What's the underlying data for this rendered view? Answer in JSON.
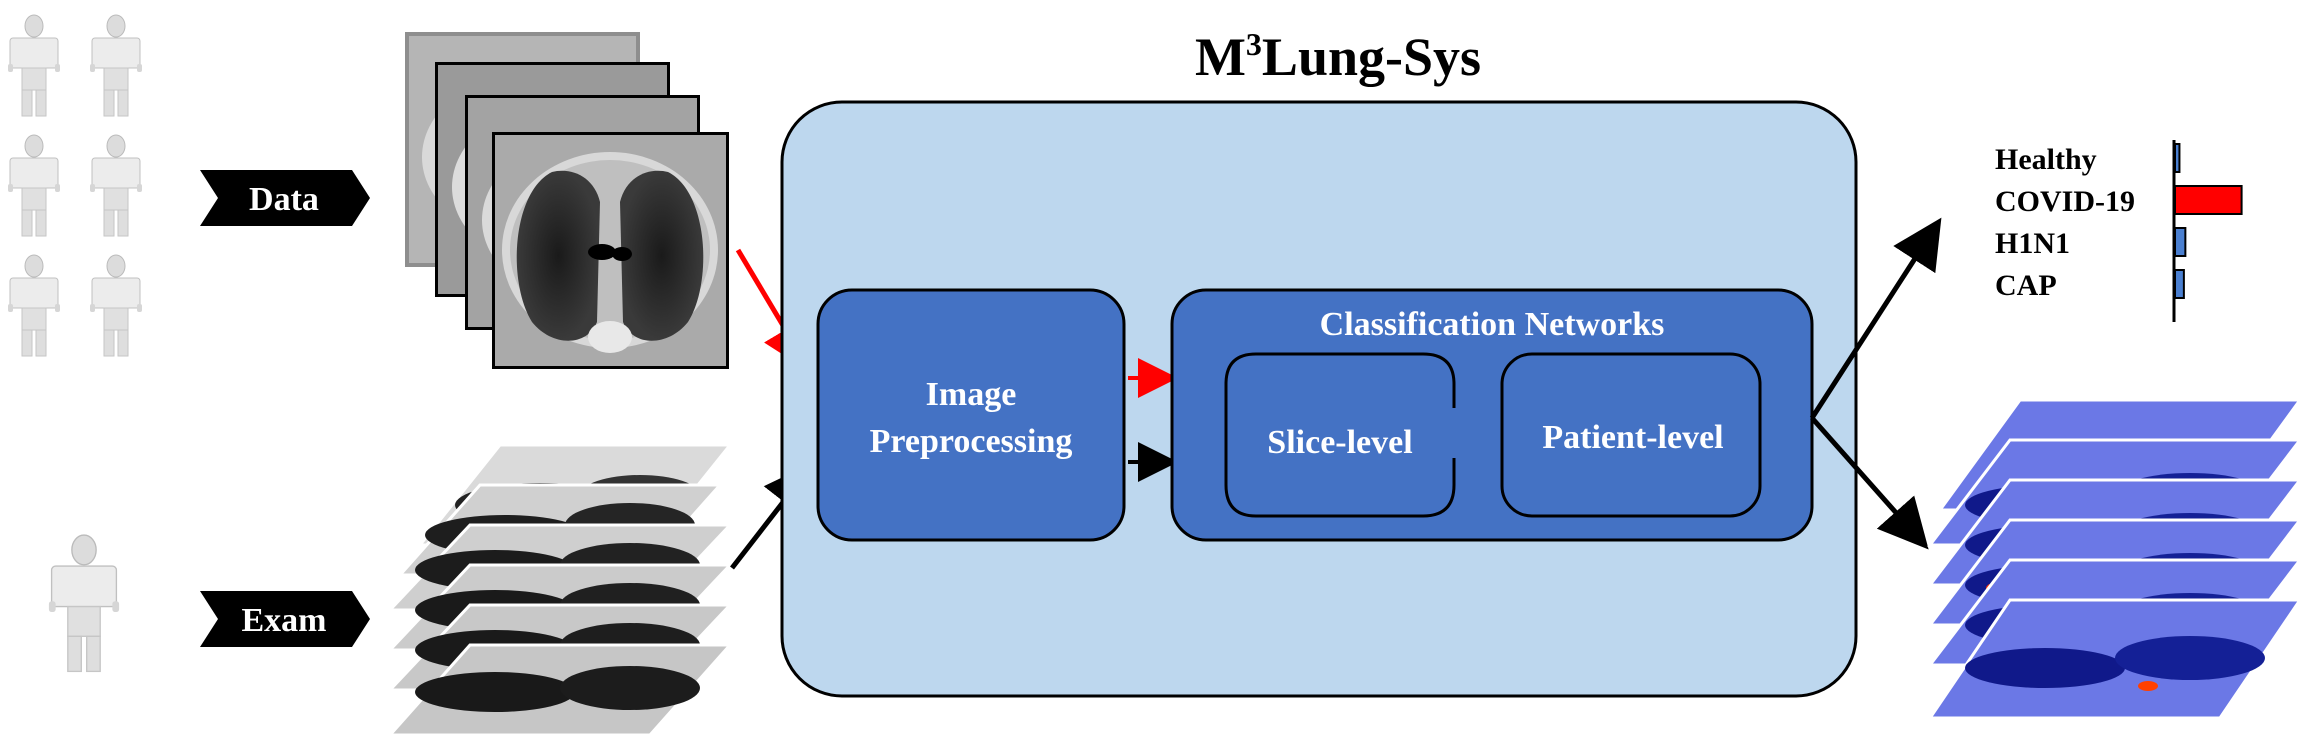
{
  "system": {
    "title_base": "M",
    "title_sup": "3",
    "title_rest": "Lung-Sys"
  },
  "inputs": {
    "data_label": "Data",
    "exam_label": "Exam"
  },
  "modules": {
    "preprocessing_line1": "Image",
    "preprocessing_line2": "Preprocessing",
    "classification_title": "Classification Networks",
    "slice_level": "Slice-level",
    "patient_level": "Patient-level"
  },
  "output_chart": {
    "chart_data": {
      "type": "bar",
      "orientation": "horizontal",
      "categories": [
        "Healthy",
        "COVID-19",
        "H1N1",
        "CAP"
      ],
      "values": [
        0.06,
        0.9,
        0.14,
        0.12
      ],
      "colors": [
        "#4a7fd0",
        "#ff0000",
        "#4a7fd0",
        "#4a7fd0"
      ]
    }
  },
  "colors": {
    "outer_box": "#bdd7ee",
    "module_box": "#4472c4",
    "accent_red": "#ff0000",
    "tag_bg": "#000000"
  },
  "icons": {
    "data_people": "person-holding-sign-icon",
    "exam_person": "person-holding-sign-icon",
    "ct_axial": "ct-axial-slices-icon",
    "ct_coronal": "ct-coronal-slices-icon",
    "heatmap": "activation-heatmap-slices-icon"
  }
}
